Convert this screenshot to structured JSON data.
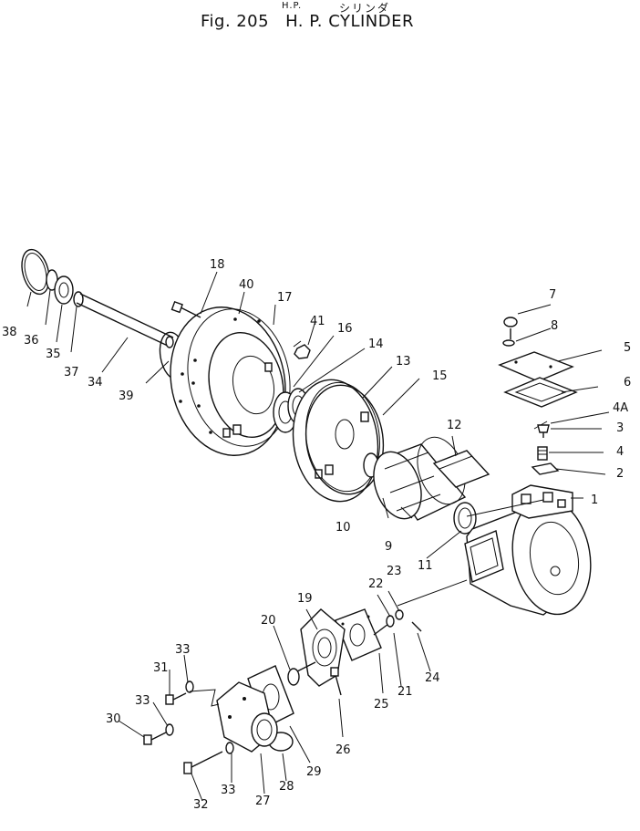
{
  "header": {
    "furigana_hp": "H.P.",
    "furigana_kana": "シリンダ",
    "fig_label": "Fig.",
    "fig_number": "205",
    "caption": "H. P.  CYLINDER"
  },
  "part_labels": [
    {
      "id": "1",
      "text": "1"
    },
    {
      "id": "2",
      "text": "2"
    },
    {
      "id": "3",
      "text": "3"
    },
    {
      "id": "4",
      "text": "4"
    },
    {
      "id": "4A",
      "text": "4A"
    },
    {
      "id": "5",
      "text": "5"
    },
    {
      "id": "6",
      "text": "6"
    },
    {
      "id": "7",
      "text": "7"
    },
    {
      "id": "8",
      "text": "8"
    },
    {
      "id": "9",
      "text": "9"
    },
    {
      "id": "10",
      "text": "10"
    },
    {
      "id": "11",
      "text": "11"
    },
    {
      "id": "12",
      "text": "12"
    },
    {
      "id": "13",
      "text": "13"
    },
    {
      "id": "14",
      "text": "14"
    },
    {
      "id": "15",
      "text": "15"
    },
    {
      "id": "16",
      "text": "16"
    },
    {
      "id": "17",
      "text": "17"
    },
    {
      "id": "18",
      "text": "18"
    },
    {
      "id": "19",
      "text": "19"
    },
    {
      "id": "20",
      "text": "20"
    },
    {
      "id": "21",
      "text": "21"
    },
    {
      "id": "22",
      "text": "22"
    },
    {
      "id": "23",
      "text": "23"
    },
    {
      "id": "24",
      "text": "24"
    },
    {
      "id": "25",
      "text": "25"
    },
    {
      "id": "26",
      "text": "26"
    },
    {
      "id": "27",
      "text": "27"
    },
    {
      "id": "28",
      "text": "28"
    },
    {
      "id": "29",
      "text": "29"
    },
    {
      "id": "30",
      "text": "30"
    },
    {
      "id": "31",
      "text": "31"
    },
    {
      "id": "32",
      "text": "32"
    },
    {
      "id": "33a",
      "text": "33"
    },
    {
      "id": "33b",
      "text": "33"
    },
    {
      "id": "33c",
      "text": "33"
    },
    {
      "id": "34",
      "text": "34"
    },
    {
      "id": "35",
      "text": "35"
    },
    {
      "id": "36",
      "text": "36"
    },
    {
      "id": "37",
      "text": "37"
    },
    {
      "id": "38",
      "text": "38"
    },
    {
      "id": "39",
      "text": "39"
    },
    {
      "id": "40",
      "text": "40"
    },
    {
      "id": "41",
      "text": "41"
    }
  ]
}
